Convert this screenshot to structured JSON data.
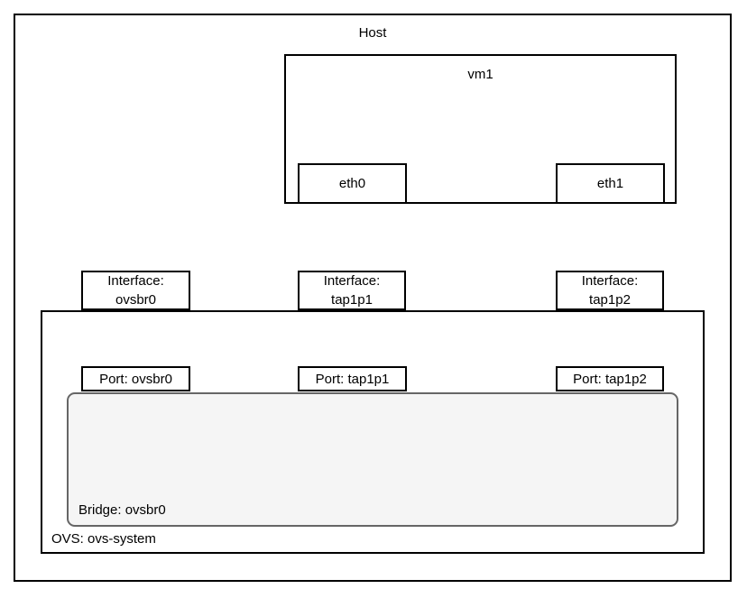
{
  "diagram": {
    "host": {
      "label": "Host"
    },
    "vm": {
      "label": "vm1"
    },
    "nics": [
      {
        "label": "eth0"
      },
      {
        "label": "eth1"
      }
    ],
    "interfaces": [
      {
        "line1": "Interface:",
        "line2": "ovsbr0"
      },
      {
        "line1": "Interface:",
        "line2": "tap1p1"
      },
      {
        "line1": "Interface:",
        "line2": "tap1p2"
      }
    ],
    "ports": [
      {
        "label": "Port: ovsbr0"
      },
      {
        "label": "Port: tap1p1"
      },
      {
        "label": "Port: tap1p2"
      }
    ],
    "bridge": {
      "label": "Bridge: ovsbr0"
    },
    "ovs": {
      "label": "OVS: ovs-system"
    },
    "colors": {
      "box_border": "#000000",
      "connector": "#000000",
      "bridge_fill": "#f5f5f5",
      "bridge_border": "#666666",
      "background": "#ffffff"
    }
  }
}
